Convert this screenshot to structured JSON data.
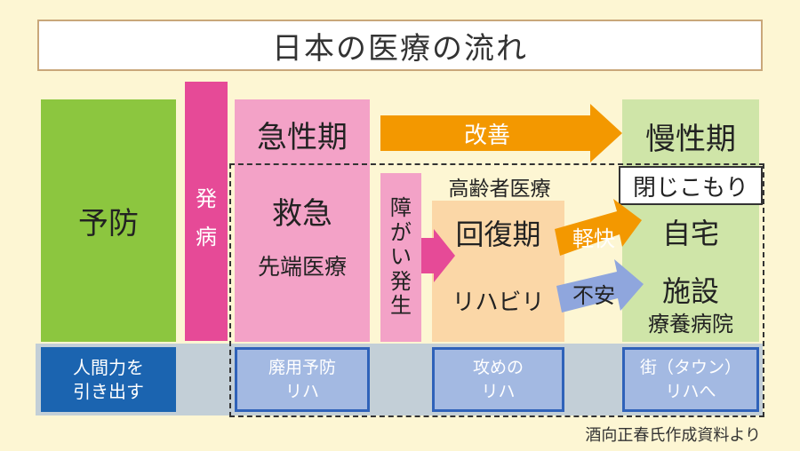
{
  "title": "日本の医療の流れ",
  "prevention": {
    "label": "予防",
    "band": [
      "人間力を",
      "引き出す"
    ]
  },
  "onset": {
    "chars": [
      "発",
      "病"
    ]
  },
  "acute": {
    "label": "急性期",
    "main": "救急",
    "sub": "先端医療",
    "band": [
      "廃用予防",
      "リハ"
    ]
  },
  "disability": {
    "chars": [
      "障",
      "が",
      "い",
      "発",
      "生"
    ]
  },
  "elderly": "高齢者医療",
  "recovery": {
    "label": "回復期",
    "sub": "リハビリ",
    "band": [
      "攻めの",
      "リハ"
    ]
  },
  "chronic": {
    "label": "慢性期",
    "withdrawn": "閉じこもり",
    "home": "自宅",
    "facility": "施設",
    "facility_sub": "療養病院",
    "band": [
      "街（タウン）",
      "リハへ"
    ]
  },
  "arrows": {
    "improve": "改善",
    "better": "軽快",
    "anxiety": "不安"
  },
  "source": "酒向正春氏作成資料より",
  "colors": {
    "background": "#fdf6d3",
    "prevention_green": "#8cc63f",
    "onset_pink": "#e64a97",
    "acute_pink": "#f3a2c7",
    "recovery_peach": "#fbd7a7",
    "chronic_green": "#cfe5a8",
    "band_gray": "#c3cfd7",
    "band_blue": "#a3b9e2",
    "band_dark_blue": "#1b64b0",
    "arrow_orange": "#f39800",
    "arrow_blue": "#8fa6dd"
  }
}
